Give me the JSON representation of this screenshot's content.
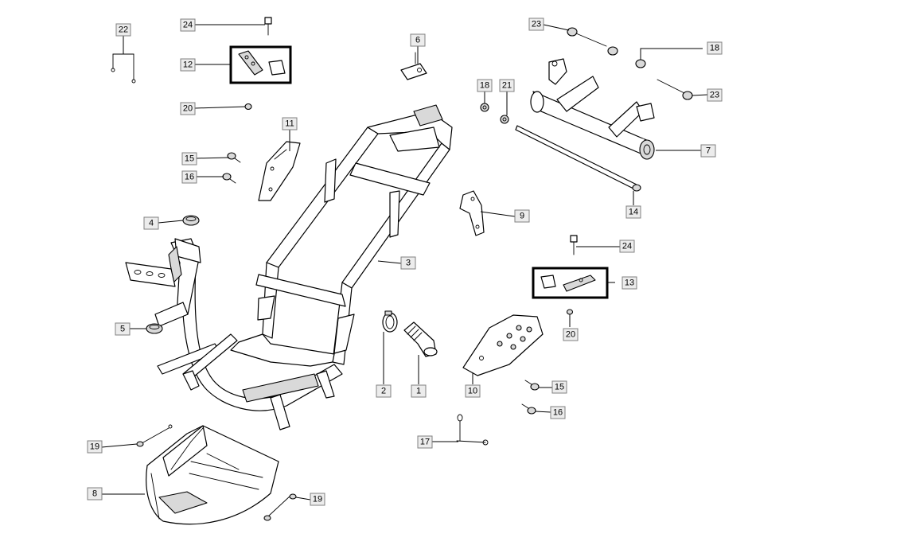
{
  "callouts": {
    "c1": "1",
    "c2": "2",
    "c3": "3",
    "c4": "4",
    "c5": "5",
    "c6": "6",
    "c7": "7",
    "c8": "8",
    "c9": "9",
    "c10": "10",
    "c11": "11",
    "c12": "12",
    "c13": "13",
    "c14": "14",
    "c15a": "15",
    "c15b": "15",
    "c16a": "16",
    "c16b": "16",
    "c17": "17",
    "c18a": "18",
    "c18b": "18",
    "c19a": "19",
    "c19b": "19",
    "c20a": "20",
    "c20b": "20",
    "c21": "21",
    "c22": "22",
    "c23a": "23",
    "c23b": "23",
    "c24a": "24",
    "c24b": "24"
  }
}
